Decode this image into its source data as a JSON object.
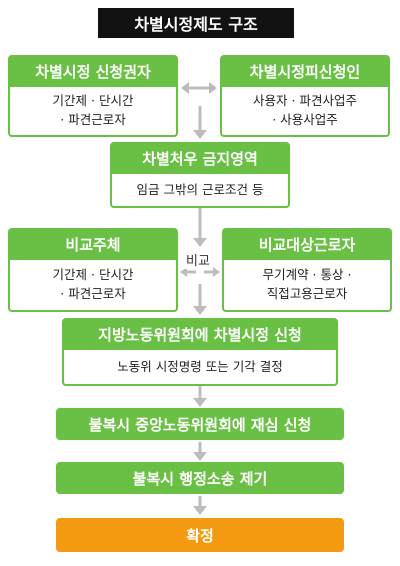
{
  "title": "차별시정제도 구조",
  "claimant": {
    "head": "차별시정 신청권자",
    "line1": "기간제 · 단시간",
    "line2": "· 파견근로자"
  },
  "respondent": {
    "head": "차별시정피신청인",
    "line1": "사용자 · 파견사업주",
    "line2": "· 사용사업주"
  },
  "prohibited": {
    "head": "차별처우 금지영역",
    "line1": "임금 그밖의 근로조건 등"
  },
  "comparison_subject": {
    "head": "비교주체",
    "line1": "기간제 · 단시간",
    "line2": "· 파견근로자"
  },
  "comparison_label": "비교",
  "comparison_target": {
    "head": "비교대상근로자",
    "line1": "무기계약 · 통상 ·",
    "line2": "직접고용근로자"
  },
  "local_commission": {
    "head": "지방노동위원회에 차별시정 신청",
    "line1": "노동위 시정명령 또는 기각 결정"
  },
  "central_review": "불복시 중앙노동위원회에 재심 신청",
  "lawsuit": "불복시 행정소송 제기",
  "final": "확정",
  "colors": {
    "green": "#6abf45",
    "orange": "#f39a11",
    "title_bg": "#121212",
    "arrow": "#bdbdbd"
  }
}
